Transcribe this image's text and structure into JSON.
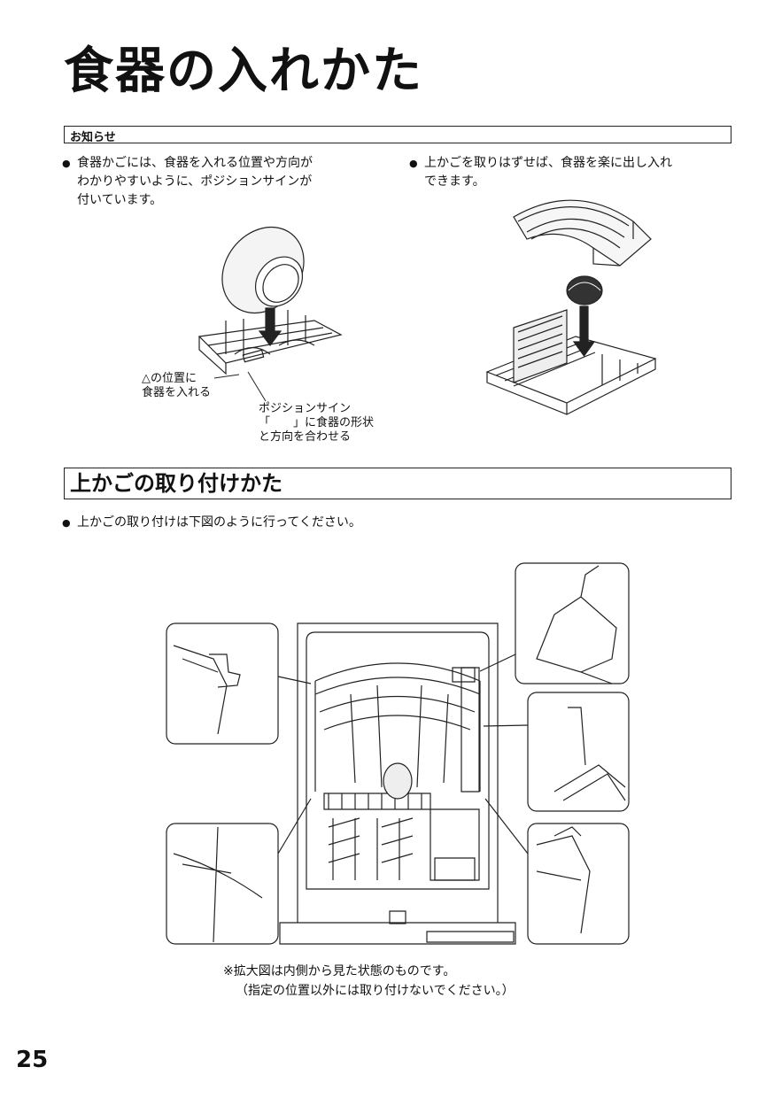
{
  "title": "食器の入れかた",
  "notice": {
    "label": "お知らせ",
    "left_bullet": [
      "食器かごには、食器を入れる位置や方向が",
      "わかりやすいように、ポジションサインが",
      "付いています。"
    ],
    "right_bullet": [
      "上かごを取りはずせば、食器を楽に出し入れ",
      "できます。"
    ]
  },
  "figure1": {
    "callout_a": [
      "△の位置に",
      "食器を入れる"
    ],
    "callout_b": [
      "ポジションサイン",
      "「　　」に食器の形状",
      "と方向を合わせる"
    ]
  },
  "section": {
    "title": "上かごの取り付けかた",
    "bullet": "上かごの取り付けは下図のように行ってください。"
  },
  "figure2": {
    "notes": [
      "※拡大図は内側から見た状態のものです。",
      "（指定の位置以外には取り付けないでください。）"
    ]
  },
  "page_number": "25"
}
